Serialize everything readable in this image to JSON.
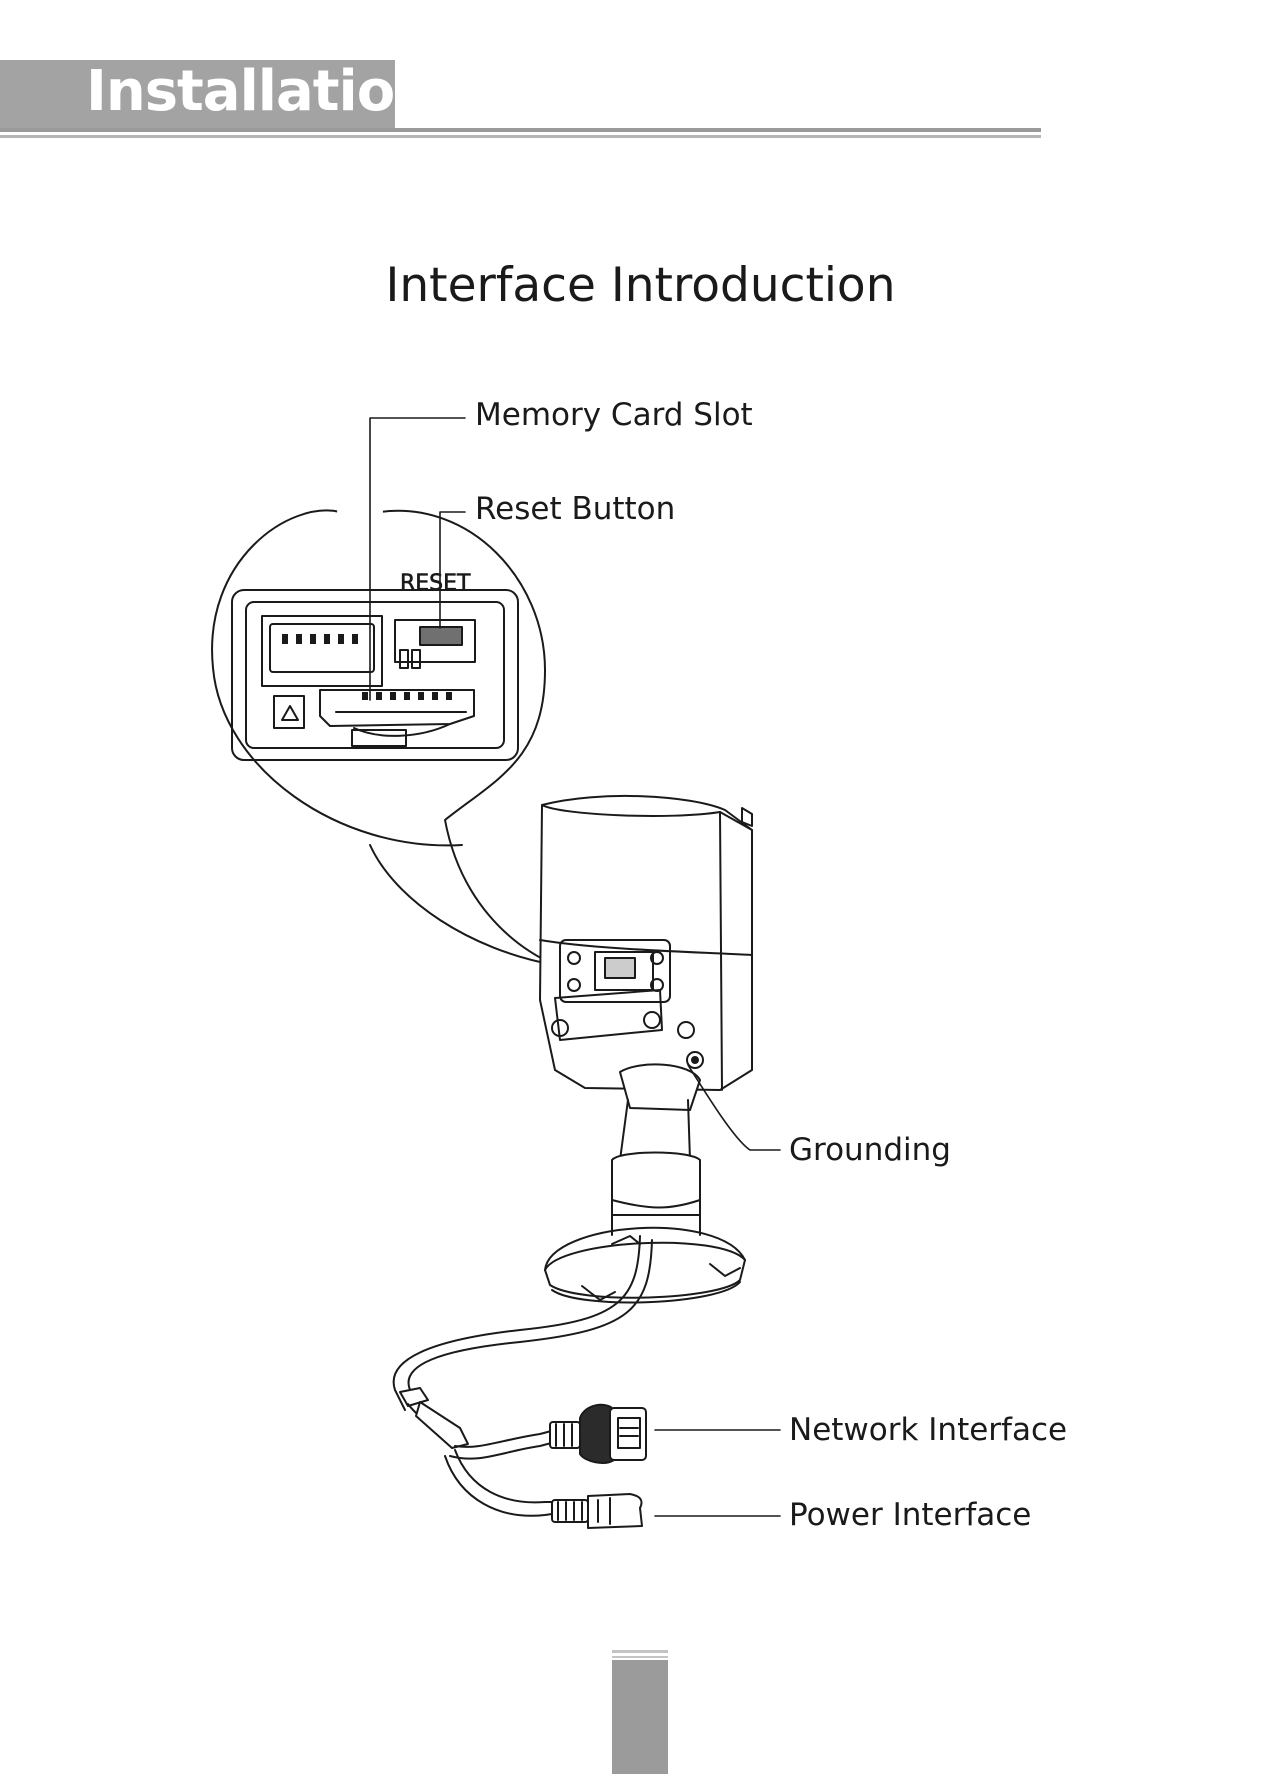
{
  "header": {
    "section_title": "Installation"
  },
  "page": {
    "heading": "Interface  Introduction"
  },
  "diagram": {
    "callouts": {
      "memory_card_slot": "Memory Card Slot",
      "reset_button": "Reset Button",
      "grounding": "Grounding",
      "network_interface": "Network Interface",
      "power_interface": "Power Interface"
    },
    "reset_label": "RESET"
  },
  "colors": {
    "header_tab": "#a3a3a3",
    "footer_bar": "#9b9b9b",
    "line_art": "#1a1a1a"
  }
}
